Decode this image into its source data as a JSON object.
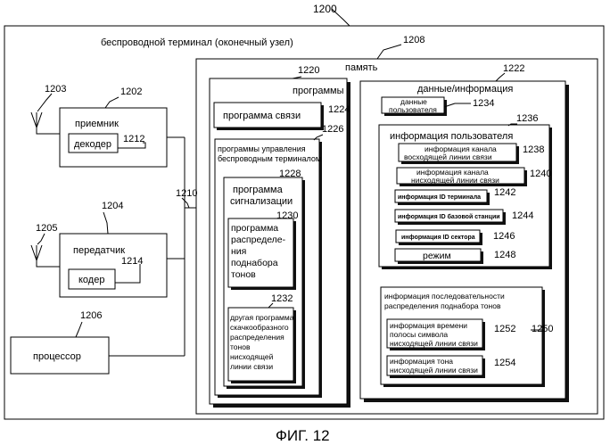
{
  "figure": {
    "terminal": {
      "ref": "1200",
      "label": "беспроводной терминал (оконечный узел)"
    },
    "memory": {
      "ref": "1208",
      "label": "память"
    },
    "bus_ref": "1210",
    "receiver": {
      "ref": "1202",
      "label": "приемник",
      "decoder_label": "декодер",
      "decoder_ref": "1212",
      "antenna_ref": "1203"
    },
    "transmitter": {
      "ref": "1204",
      "label": "передатчик",
      "encoder_label": "кодер",
      "encoder_ref": "1214",
      "antenna_ref": "1205"
    },
    "processor": {
      "ref": "1206",
      "label": "процессор"
    },
    "programs": {
      "ref": "1220",
      "label": "программы",
      "comm_program": {
        "ref": "1224",
        "label": "программа связи"
      },
      "control": {
        "ref": "1226",
        "label_lines": [
          "программы управления",
          "беспроводным терминалом"
        ],
        "signaling": {
          "ref": "1228",
          "label_lines": [
            "программа",
            "сигнализации"
          ],
          "allocation": {
            "ref": "1230",
            "label_lines": [
              "программа",
              "распределе-",
              "ния",
              "поднабора",
              "тонов"
            ]
          },
          "hopping": {
            "ref": "1232",
            "label_lines": [
              "другая программа",
              "скачкообразного",
              "распределения",
              "тонов",
              "нисходящей",
              "линии связи"
            ]
          }
        }
      }
    },
    "data": {
      "ref": "1222",
      "label": "данные/информация",
      "user_data": {
        "ref": "1234",
        "label_lines": [
          "данные",
          "пользователя"
        ]
      },
      "user_info": {
        "ref": "1236",
        "label": "информация пользователя",
        "items": [
          {
            "ref": "1238",
            "lines": [
              "информация канала",
              "восходящей линии связи"
            ]
          },
          {
            "ref": "1240",
            "lines": [
              "информация канала",
              "нисходящей линии связи"
            ]
          },
          {
            "ref": "1242",
            "lines": [
              "информация ID терминала"
            ]
          },
          {
            "ref": "1244",
            "lines": [
              "информация ID базовой станции"
            ]
          },
          {
            "ref": "1246",
            "lines": [
              "информация ID сектора"
            ]
          },
          {
            "ref": "1248",
            "lines": [
              "режим"
            ]
          }
        ]
      },
      "sequence_info": {
        "ref": "1250",
        "label_lines": [
          "информация последовательности",
          "распределения поднабора тонов"
        ],
        "items": [
          {
            "ref": "1252",
            "lines": [
              "информация времени",
              "полосы символа",
              "нисходящей линии связи"
            ]
          },
          {
            "ref": "1254",
            "lines": [
              "информация тона",
              "нисходящей линии связи"
            ]
          }
        ]
      }
    },
    "caption": "ФИГ. 12"
  }
}
